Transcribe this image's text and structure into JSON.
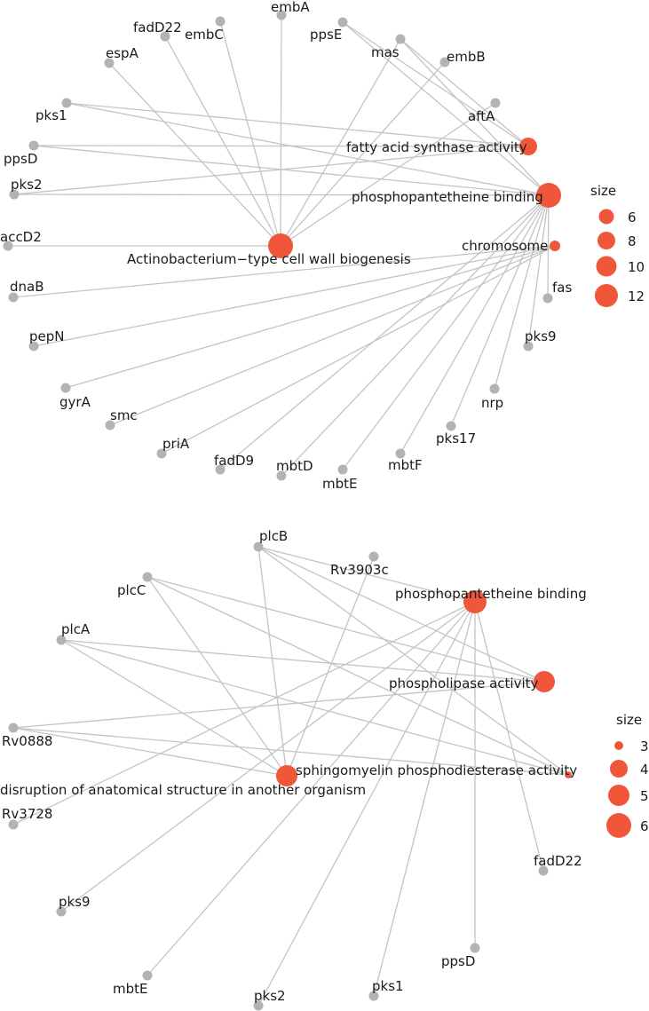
{
  "colors": {
    "gene_node": "#b3b3b3",
    "term_node": "#f0573a",
    "edge": "#c4c4c4"
  },
  "networks": [
    {
      "terms": [
        {
          "name": "fatty acid synthase activity",
          "size": 7
        },
        {
          "name": "phosphopantetheine binding",
          "size": 12
        },
        {
          "name": "chromosome",
          "size": 4
        },
        {
          "name": "Actinobacterium−type cell wall biogenesis",
          "size": 11
        }
      ],
      "genes": [
        "embA",
        "fadD22",
        "embC",
        "ppsE",
        "mas",
        "embB",
        "espA",
        "aftA",
        "pks1",
        "ppsD",
        "pks2",
        "accD2",
        "dnaB",
        "fas",
        "pepN",
        "pks9",
        "gyrA",
        "nrp",
        "smc",
        "pks17",
        "priA",
        "mbtF",
        "fadD9",
        "mbtD",
        "mbtE"
      ],
      "legend": {
        "title": "size",
        "entries": [
          "6",
          "8",
          "10",
          "12"
        ]
      }
    },
    {
      "terms": [
        {
          "name": "phosphopantetheine binding",
          "size": 6
        },
        {
          "name": "phospholipase activity",
          "size": 4
        },
        {
          "name": "sphingomyelin phosphodiesterase activity",
          "size": 2
        },
        {
          "name": "disruption of anatomical structure in another organism",
          "size": 4
        }
      ],
      "genes": [
        "plcB",
        "Rv3903c",
        "plcC",
        "plcA",
        "Rv0888",
        "Rv3728",
        "fadD22",
        "pks9",
        "ppsD",
        "mbtE",
        "pks1",
        "pks2"
      ],
      "legend": {
        "title": "size",
        "entries": [
          "3",
          "4",
          "5",
          "6"
        ]
      }
    }
  ]
}
